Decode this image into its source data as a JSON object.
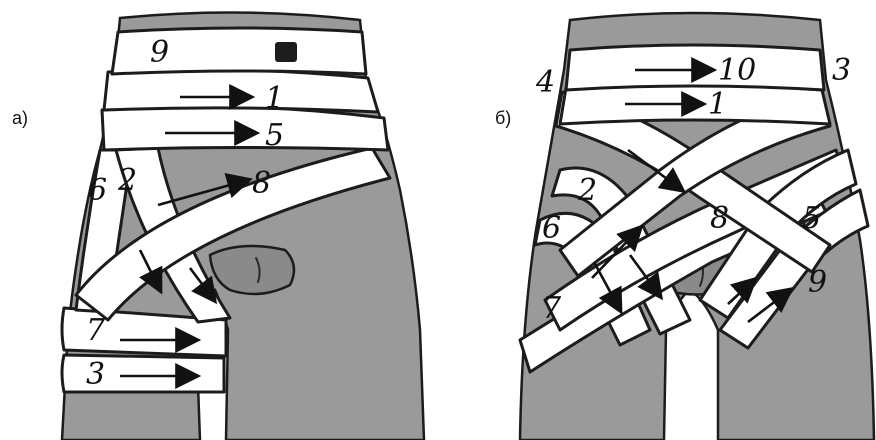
{
  "panels": [
    {
      "label": "а)",
      "turns": [
        "9",
        "1",
        "5",
        "8",
        "6",
        "2",
        "7",
        "3"
      ]
    },
    {
      "label": "б)",
      "turns": [
        "10",
        "1",
        "4",
        "3",
        "2",
        "6",
        "7",
        "8",
        "5",
        "9"
      ]
    }
  ]
}
